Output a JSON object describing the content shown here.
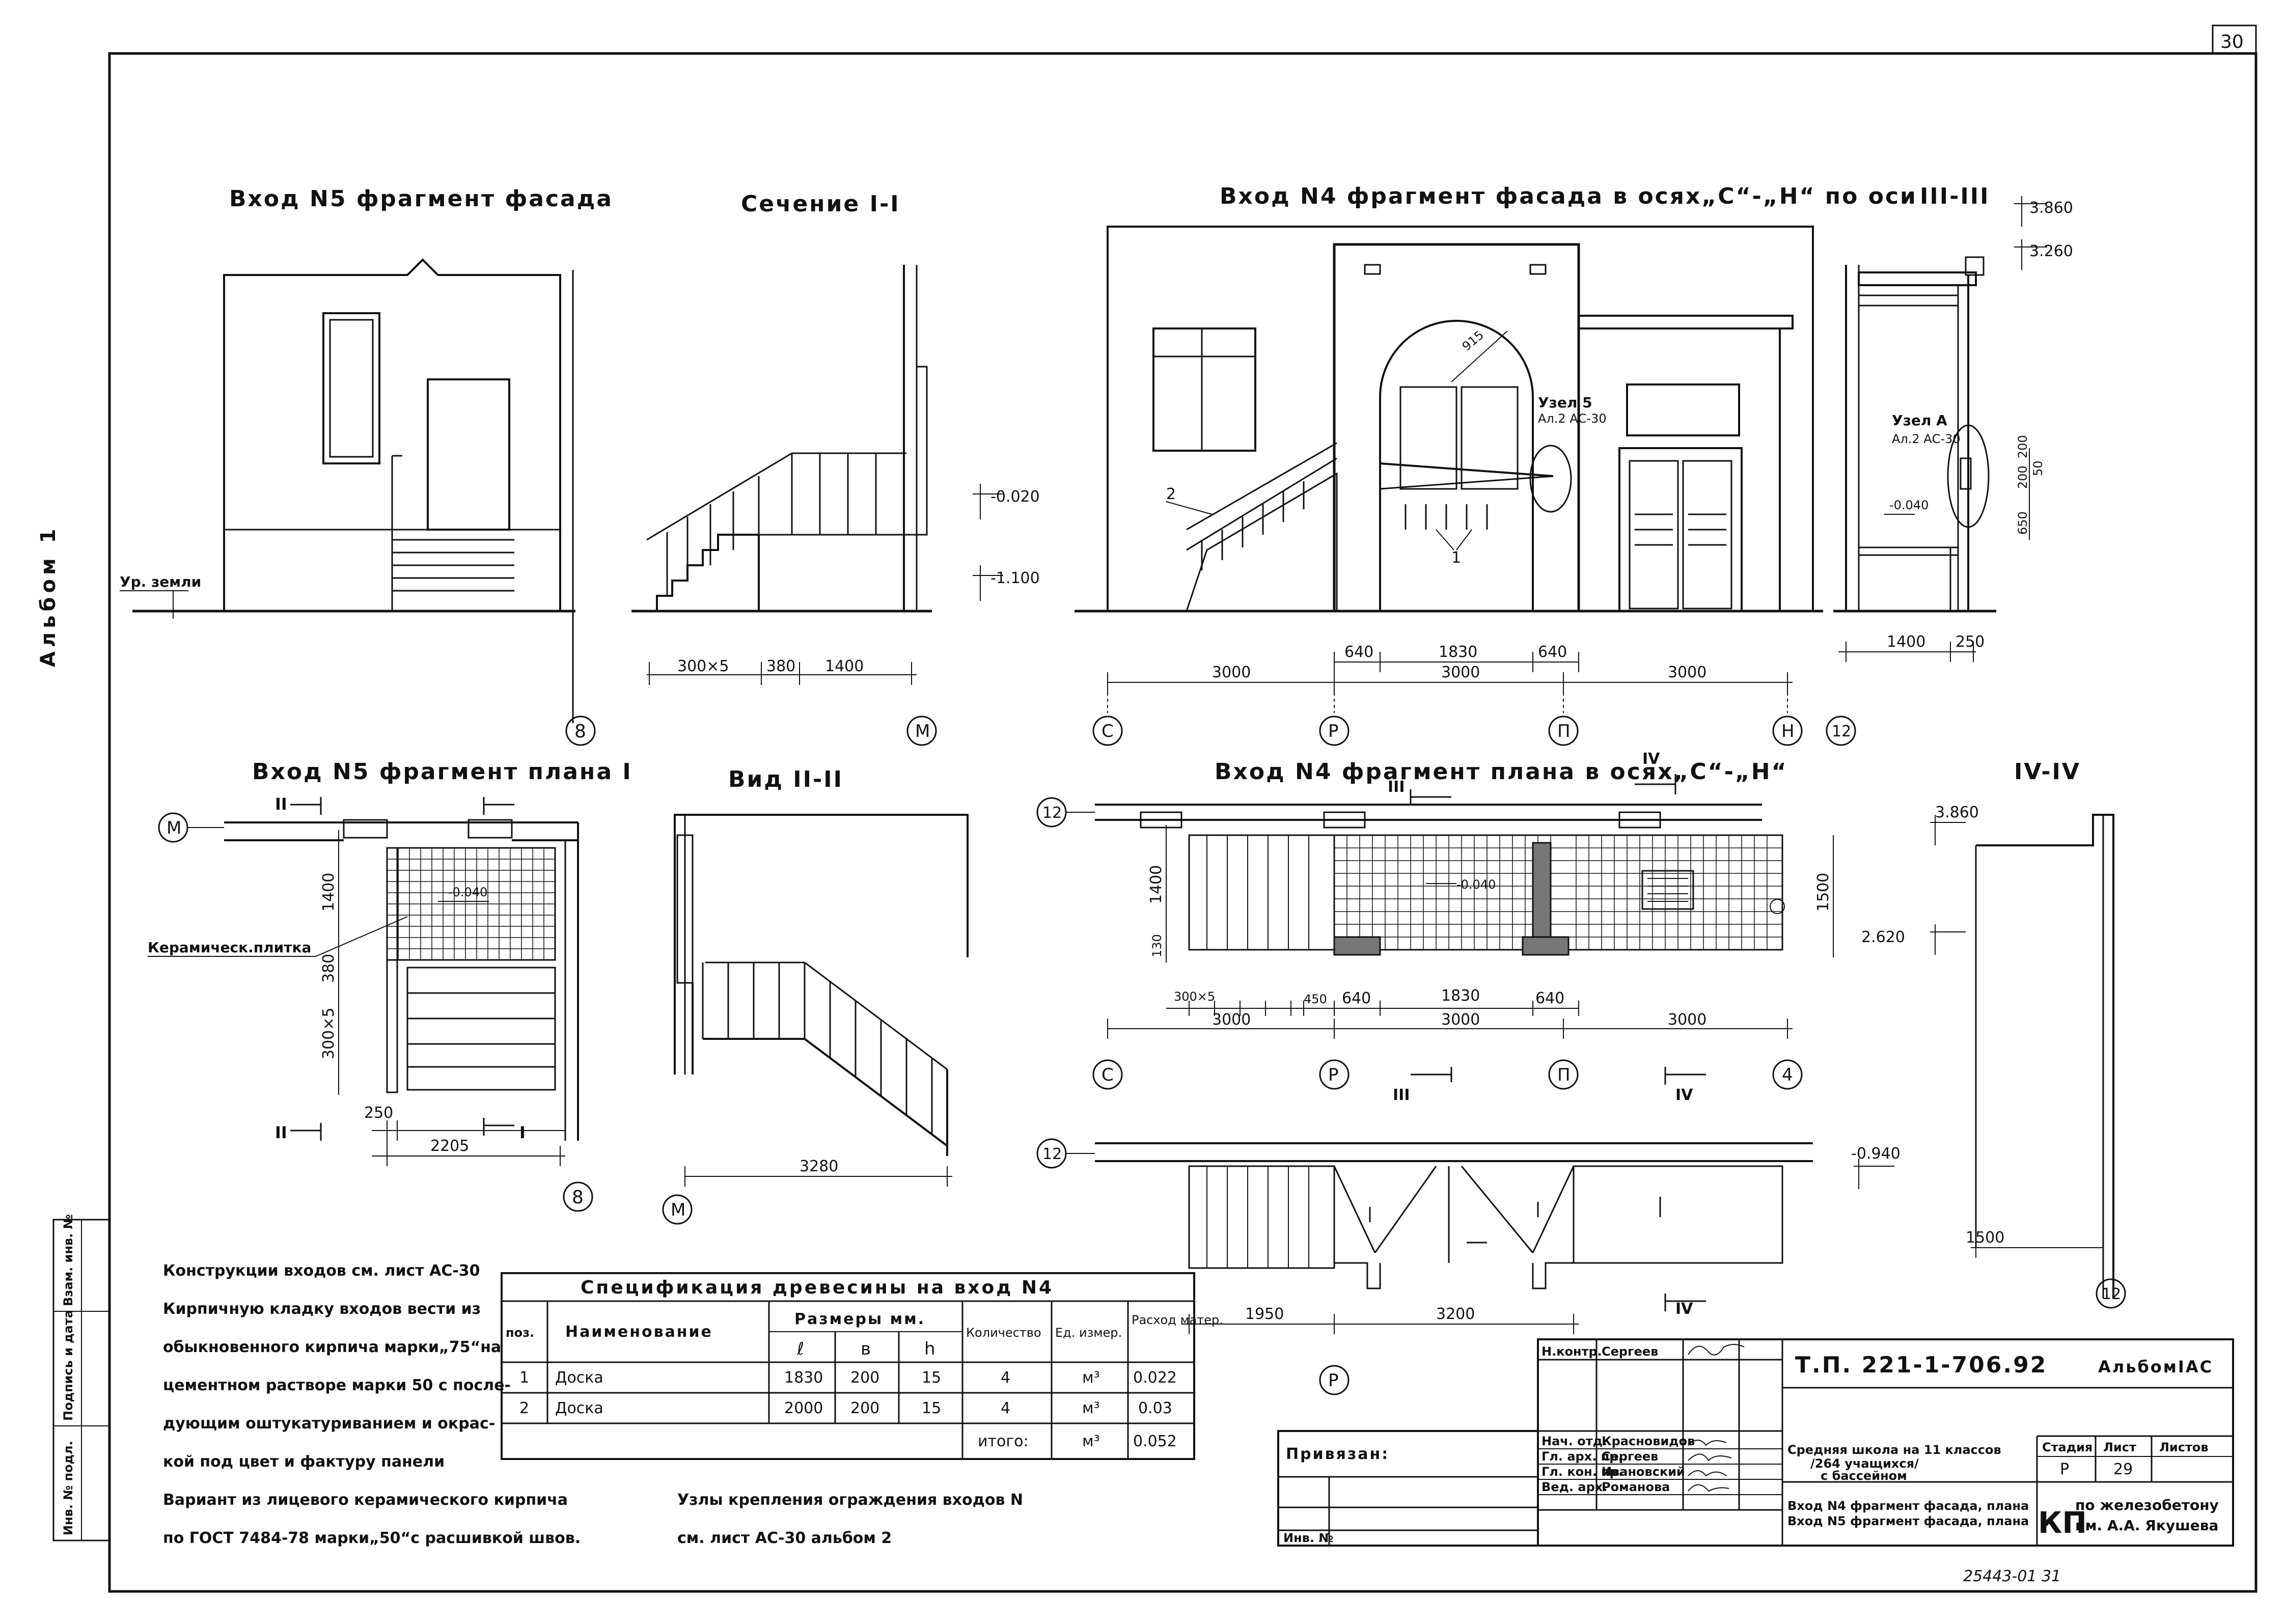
{
  "sheet": {
    "page_number": "30",
    "album_side_label": "Альбом 1",
    "side_stamp": [
      "Инв. № подл.",
      "Подпись и дата",
      "Взам. инв. №"
    ]
  },
  "views": {
    "v1_title": "Вход N5 фрагмент фасада",
    "v1_ground": "Ур. земли",
    "v2_title": "Сечение I-I",
    "v2_lvl1": "-0.020",
    "v2_lvl2": "-1.100",
    "v2_dims": [
      "300×5",
      "380",
      "1400"
    ],
    "v3_title": "Вход N4 фрагмент фасада в осях„С“-„Н“ по оси",
    "v3_node5": "Узел 5",
    "v3_node5_ref": "Ал.2 АС-30",
    "v3_r": "915",
    "v3_call1": "1",
    "v3_call2": "2",
    "v3_dims_top": [
      "640",
      "1830",
      "640"
    ],
    "v3_dims_bot": [
      "3000",
      "3000",
      "3000"
    ],
    "v4_title": "III-III",
    "v4_lvl1": "3.860",
    "v4_lvl2": "3.260",
    "v4_lvlA": "-0.040",
    "v4_nodeA": "Узел А",
    "v4_nodeA_ref": "Ал.2 АС-30",
    "v4_vdims": [
      "650",
      "200",
      "200",
      "50"
    ],
    "v4_dims": [
      "1400",
      "250"
    ],
    "v5_title": "Вход N5 фрагмент плана I",
    "v5_tile": "Керамическ.плитка",
    "v5_lvl": "-0.040",
    "v5_vdims": [
      "1400",
      "380",
      "300×5"
    ],
    "v5_dims": [
      "250",
      "2205"
    ],
    "v6_title": "Вид II-II",
    "v6_dim": "3280",
    "v7_title": "Вход N4 фрагмент плана в осях„С“-„Н“",
    "v7_lvl": "-0.040",
    "v7_dims_l": [
      "1400",
      "130"
    ],
    "v7_dim_r": "1500",
    "v7_dims_top": [
      "300×5",
      "450",
      "640",
      "1830",
      "640"
    ],
    "v7_dims_bot": [
      "3000",
      "3000",
      "3000"
    ],
    "v8_title": "IV-IV",
    "v8_lvl1": "3.860",
    "v8_lvl2": "2.620",
    "v8_lvl3": "-0.940",
    "v8_dim": "1500",
    "v9_dims": [
      "1950",
      "3200"
    ],
    "axes": {
      "s": "С",
      "p": "Р",
      "pp": "П",
      "n": "Н",
      "m": "М",
      "a8": "8",
      "a12": "12",
      "a4": "4"
    },
    "cuts": {
      "c1": "I",
      "c2": "II",
      "c3": "III",
      "c4": "IV"
    }
  },
  "notes": {
    "lines": [
      "Конструкции входов см. лист АС-30",
      "Кирпичную кладку входов вести из",
      "обыкновенного кирпича марки„75“на",
      "цементном растворе марки 50 с после-",
      "дующим оштукатуриванием и окрас-",
      "кой под цвет и фактуру панели",
      "Вариант из лицевого керамического кирпича",
      "по ГОСТ 7484-78 марки„50“с расшивкой швов."
    ],
    "nodes_line1": "Узлы крепления ограждения входов N",
    "nodes_line2": "см. лист   АС-30   альбом 2"
  },
  "spec": {
    "title": "Спецификация древесины на вход N4",
    "headers": {
      "pos": "поз.",
      "name": "Наименование",
      "sizes": "Размеры мм.",
      "l": "ℓ",
      "b": "в",
      "h": "h",
      "qty": "Количество",
      "unit": "Ед. измер.",
      "rate": "Расход матер."
    },
    "rows": [
      {
        "pos": "1",
        "name": "Доска",
        "l": "1830",
        "b": "200",
        "h": "15",
        "qty": "4",
        "unit": "м³",
        "rate": "0.022"
      },
      {
        "pos": "2",
        "name": "Доска",
        "l": "2000",
        "b": "200",
        "h": "15",
        "qty": "4",
        "unit": "м³",
        "rate": "0.03"
      }
    ],
    "total_label": "итого:",
    "total_unit": "м³",
    "total_value": "0.052"
  },
  "title_block": {
    "code": "Т.П. 221-1-706.92",
    "album": "АльбомIАС",
    "tied": "Привязан:",
    "inv": "Инв. №",
    "roles": [
      {
        "role": "Н.контр.",
        "name": "Сергеев"
      },
      {
        "role": "Нач. отд.",
        "name": "Красновидов"
      },
      {
        "role": "Гл. арх. пр.",
        "name": "Сергеев"
      },
      {
        "role": "Гл. кон. пр.",
        "name": "Ивановский"
      },
      {
        "role": "Вед. арх.",
        "name": "Романова"
      }
    ],
    "project": [
      "Средняя школа на 11 классов",
      "/264 учащихся/",
      "с бассейном"
    ],
    "stage_h": "Стадия",
    "sheet_h": "Лист",
    "sheets_h": "Листов",
    "stage": "Р",
    "sheet": "29",
    "desc": [
      "Вход N4 фрагмент фасада, плана",
      "Вход N5 фрагмент фасада, плана"
    ],
    "org_logo": "КП",
    "org": [
      "по железобетону",
      "им. А.А. Якушева"
    ],
    "footer": "25443-01   31"
  }
}
